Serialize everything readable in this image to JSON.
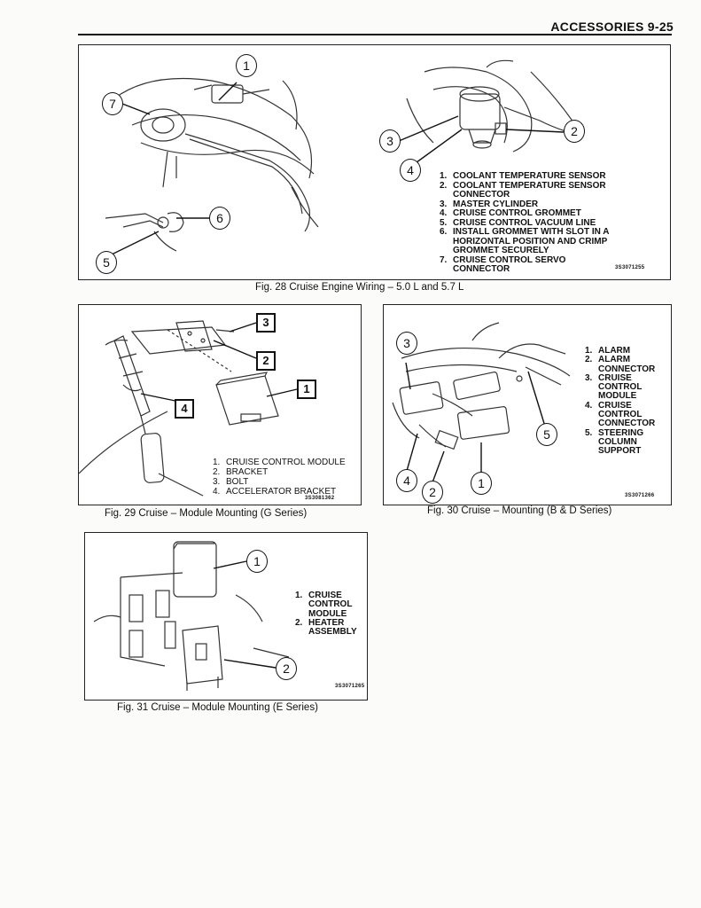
{
  "header": {
    "title": "ACCESSORIES 9-25"
  },
  "fig28": {
    "caption": "Fig. 28 Cruise Engine Wiring – 5.0 L and 5.7 L",
    "code": "3S3071255",
    "callouts": [
      "1",
      "2",
      "3",
      "4",
      "5",
      "6",
      "7"
    ],
    "legend": [
      {
        "n": "1.",
        "t": "COOLANT TEMPERATURE SENSOR"
      },
      {
        "n": "2.",
        "t": "COOLANT TEMPERATURE SENSOR",
        "t2": "CONNECTOR"
      },
      {
        "n": "3.",
        "t": "MASTER CYLINDER"
      },
      {
        "n": "4.",
        "t": "CRUISE CONTROL GROMMET"
      },
      {
        "n": "5.",
        "t": "CRUISE CONTROL VACUUM LINE"
      },
      {
        "n": "6.",
        "t": "INSTALL GROMMET WITH SLOT IN A",
        "t2": "HORIZONTAL POSITION AND CRIMP",
        "t3": "GROMMET SECURELY"
      },
      {
        "n": "7.",
        "t": "CRUISE CONTROL SERVO",
        "t2": "CONNECTOR"
      }
    ]
  },
  "fig29": {
    "caption": "Fig. 29 Cruise – Module Mounting (G Series)",
    "code": "3S3081362",
    "callouts": [
      "1",
      "2",
      "3",
      "4"
    ],
    "legend": [
      {
        "n": "1.",
        "t": "CRUISE CONTROL MODULE"
      },
      {
        "n": "2.",
        "t": "BRACKET"
      },
      {
        "n": "3.",
        "t": "BOLT"
      },
      {
        "n": "4.",
        "t": "ACCELERATOR BRACKET"
      }
    ]
  },
  "fig30": {
    "caption": "Fig. 30 Cruise – Mounting (B & D Series)",
    "code": "3S3071266",
    "callouts": [
      "1",
      "2",
      "3",
      "4",
      "5"
    ],
    "legend": [
      {
        "n": "1.",
        "t": "ALARM"
      },
      {
        "n": "2.",
        "t": "ALARM",
        "t2": "CONNECTOR"
      },
      {
        "n": "3.",
        "t": "CRUISE",
        "t2": "CONTROL",
        "t3": "MODULE"
      },
      {
        "n": "4.",
        "t": "CRUISE",
        "t2": "CONTROL",
        "t3": "CONNECTOR"
      },
      {
        "n": "5.",
        "t": "STEERING",
        "t2": "COLUMN",
        "t3": "SUPPORT"
      }
    ]
  },
  "fig31": {
    "caption": "Fig. 31 Cruise – Module Mounting (E Series)",
    "code": "3S3071265",
    "callouts": [
      "1",
      "2"
    ],
    "legend": [
      {
        "n": "1.",
        "t": "CRUISE",
        "t2": "CONTROL",
        "t3": "MODULE"
      },
      {
        "n": "2.",
        "t": "HEATER",
        "t2": "ASSEMBLY"
      }
    ]
  }
}
